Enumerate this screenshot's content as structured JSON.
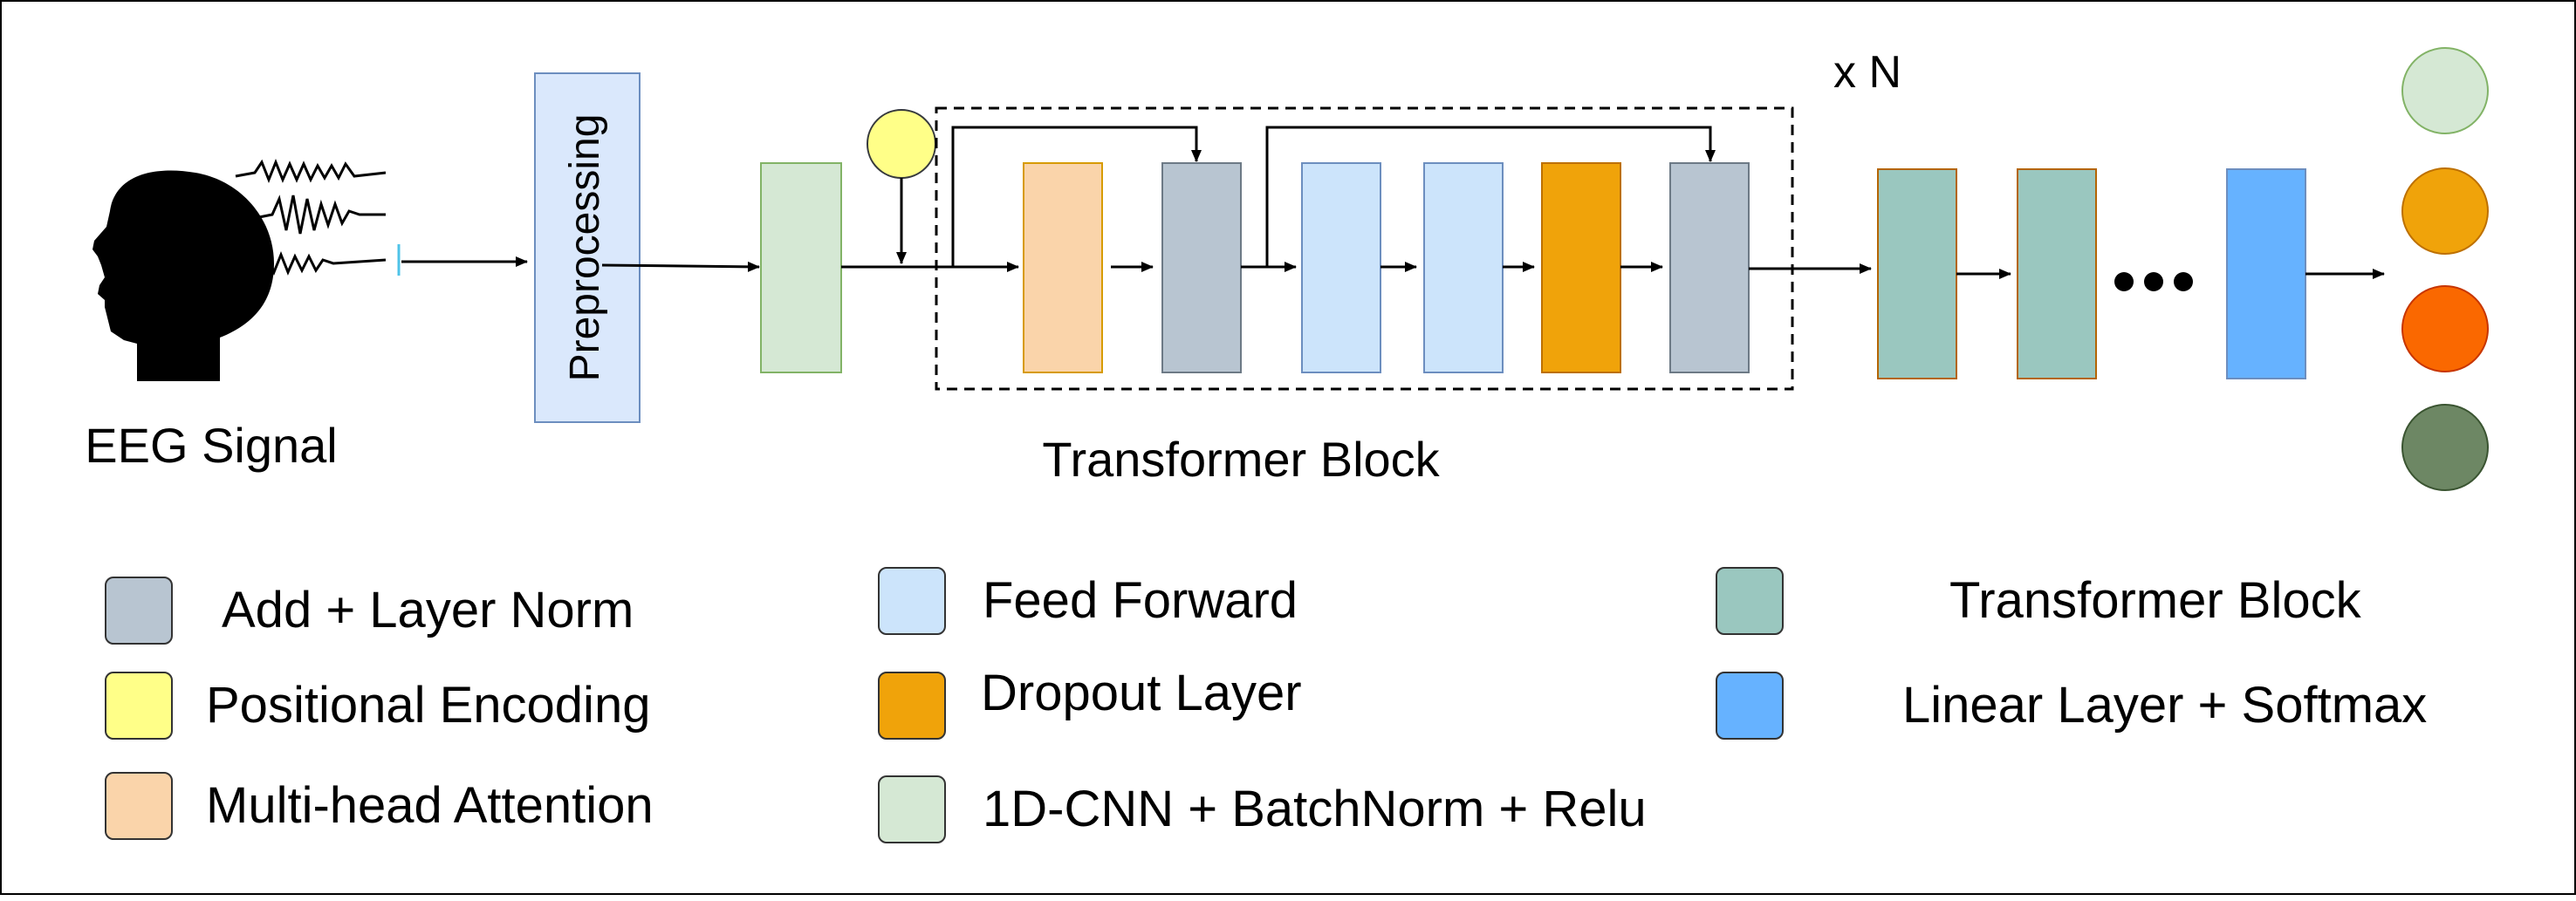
{
  "colors": {
    "add_layer_norm": "#b8c5d1",
    "positional_encoding": "#ffff88",
    "multi_head_attention": "#fad4aa",
    "feed_forward": "#cce4fb",
    "dropout": "#f0a30a",
    "cnn": "#d5e8d4",
    "transformer_block": "#9ac7bf",
    "linear_softmax": "#66b2ff",
    "out_1": "#d5e8d4",
    "out_2": "#f0a30a",
    "out_3": "#fa6800",
    "out_4": "#6d8764"
  },
  "labels": {
    "eeg_signal": "EEG Signal",
    "preprocessing": "Preprocessing",
    "transformer_block_caption": "Transformer Block",
    "repeat": "x N"
  },
  "legend": {
    "add_layer_norm": "Add + Layer Norm",
    "positional_encoding": "Positional Encoding",
    "multi_head_attention": "Multi-head Attention",
    "feed_forward": "Feed Forward",
    "dropout": "Dropout Layer",
    "cnn": "1D-CNN +  BatchNorm + Relu",
    "transformer_block": "Transformer Block",
    "linear_softmax": "Linear Layer + Softmax"
  },
  "icons": [
    "head-icon",
    "signal-wave-icon",
    "ellipsis-icon"
  ]
}
